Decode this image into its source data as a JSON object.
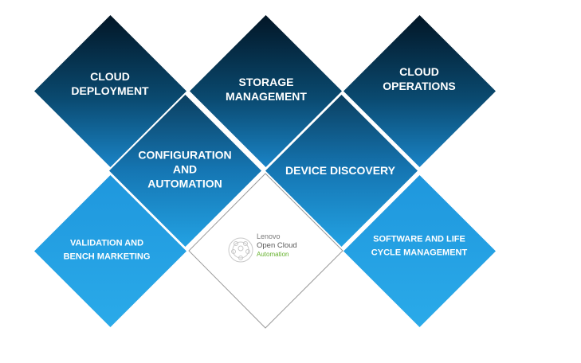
{
  "tiles": {
    "cloud_deployment": "CLOUD\nDEPLOYMENT",
    "storage_management": "STORAGE\nMANAGEMENT",
    "cloud_operations": "CLOUD\nOPERATIONS",
    "configuration_automation": "CONFIGURATION\nAND\nAUTOMATION",
    "device_discovery": "DEVICE DISCOVERY",
    "validation_bench": "VALIDATION AND\nBENCH MARKETING",
    "software_lifecycle": "SOFTWARE AND LIFE\nCYCLE MANAGEMENT"
  },
  "logo": {
    "line1": "Lenovo",
    "line2": "Open Cloud",
    "line3": "Automation"
  },
  "colors": {
    "dark_top": "#021626",
    "light_blue": "#2aaae9",
    "logo_green": "#66b22e",
    "logo_border": "#9a9a9a"
  }
}
